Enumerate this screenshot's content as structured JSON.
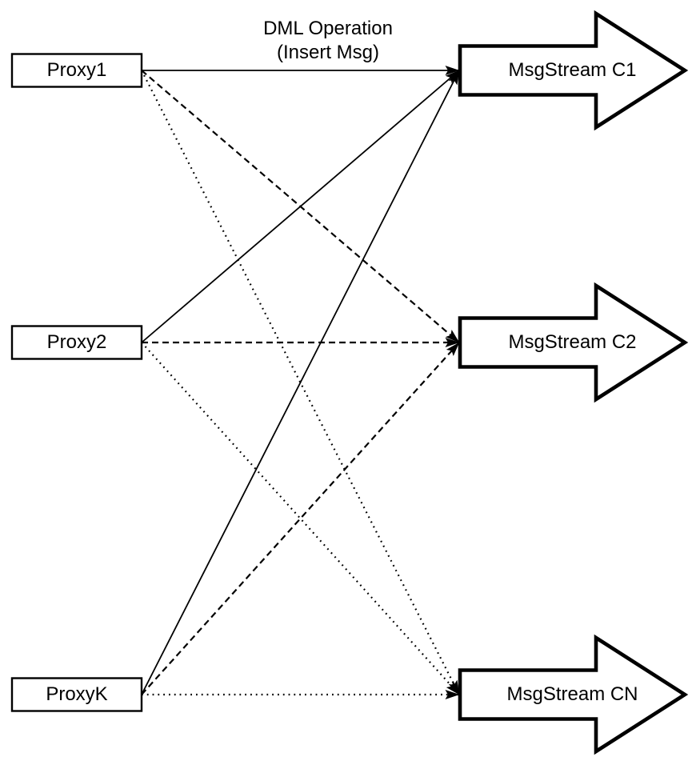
{
  "title": {
    "line1": "DML Operation",
    "line2": "(Insert Msg)"
  },
  "colors": {
    "ink": "#000000",
    "shape_fill": "#ffffff",
    "background": "#ffffff"
  },
  "proxies": [
    {
      "id": "proxy1",
      "label": "Proxy1"
    },
    {
      "id": "proxy2",
      "label": "Proxy2"
    },
    {
      "id": "proxyk",
      "label": "ProxyK"
    }
  ],
  "streams": [
    {
      "id": "c1",
      "label": "MsgStream C1"
    },
    {
      "id": "c2",
      "label": "MsgStream C2"
    },
    {
      "id": "cn",
      "label": "MsgStream CN"
    }
  ],
  "edges": [
    {
      "from": "proxy1",
      "to": "c1",
      "style": "solid"
    },
    {
      "from": "proxy1",
      "to": "c2",
      "style": "dashed"
    },
    {
      "from": "proxy1",
      "to": "cn",
      "style": "dotted"
    },
    {
      "from": "proxy2",
      "to": "c1",
      "style": "solid"
    },
    {
      "from": "proxy2",
      "to": "c2",
      "style": "dashed"
    },
    {
      "from": "proxy2",
      "to": "cn",
      "style": "dotted"
    },
    {
      "from": "proxyk",
      "to": "c1",
      "style": "solid"
    },
    {
      "from": "proxyk",
      "to": "c2",
      "style": "dashed"
    },
    {
      "from": "proxyk",
      "to": "cn",
      "style": "dotted"
    }
  ]
}
